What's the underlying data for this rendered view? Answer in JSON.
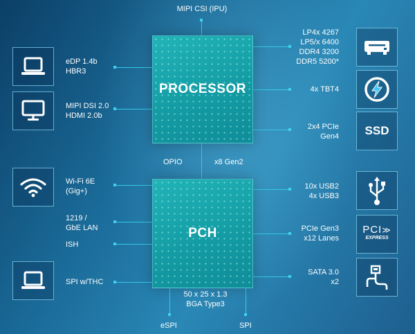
{
  "processor": {
    "title": "PROCESSOR"
  },
  "pch": {
    "title": "PCH"
  },
  "top_label": "MIPI CSI (IPU)",
  "bus": {
    "left": "OPIO",
    "right": "x8 Gen2"
  },
  "package": {
    "line1": "50 x 25 x 1.3",
    "line2": "BGA Type3"
  },
  "bottom": {
    "espi": "eSPI",
    "spi": "SPI"
  },
  "left": {
    "edp": {
      "line1": "eDP 1.4b",
      "line2": "HBR3"
    },
    "mipi_dsi": {
      "line1": "MIPI DSI 2.0",
      "line2": "HDMI 2.0b"
    },
    "wifi": {
      "line1": "Wi-Fi 6E",
      "line2": "(Gig+)"
    },
    "lan": {
      "line1": "1219 /",
      "line2": "GbE LAN"
    },
    "ish": "ISH",
    "spi_thc": "SPI w/THC"
  },
  "right": {
    "memory": {
      "line1": "LP4x 4267",
      "line2": "LP5/x 6400",
      "line3": "DDR4 3200",
      "line4": "DDR5 5200*"
    },
    "tbt": "4x TBT4",
    "pcie_proc": {
      "line1": "2x4 PCIe",
      "line2": "Gen4"
    },
    "usb": {
      "line1": "10x USB2",
      "line2": "4x USB3"
    },
    "pcie_pch": {
      "line1": "PCIe Gen3",
      "line2": "x12 Lanes"
    },
    "sata": {
      "line1": "SATA 3.0",
      "line2": "x2"
    }
  },
  "icons": {
    "ssd_text": "SSD",
    "pci_text": "PCI",
    "express_text": "EXPRESS"
  },
  "colors": {
    "wire": "#35c9e6",
    "chip": "#1aa7ad",
    "icon_border": "#8cdcf5"
  }
}
